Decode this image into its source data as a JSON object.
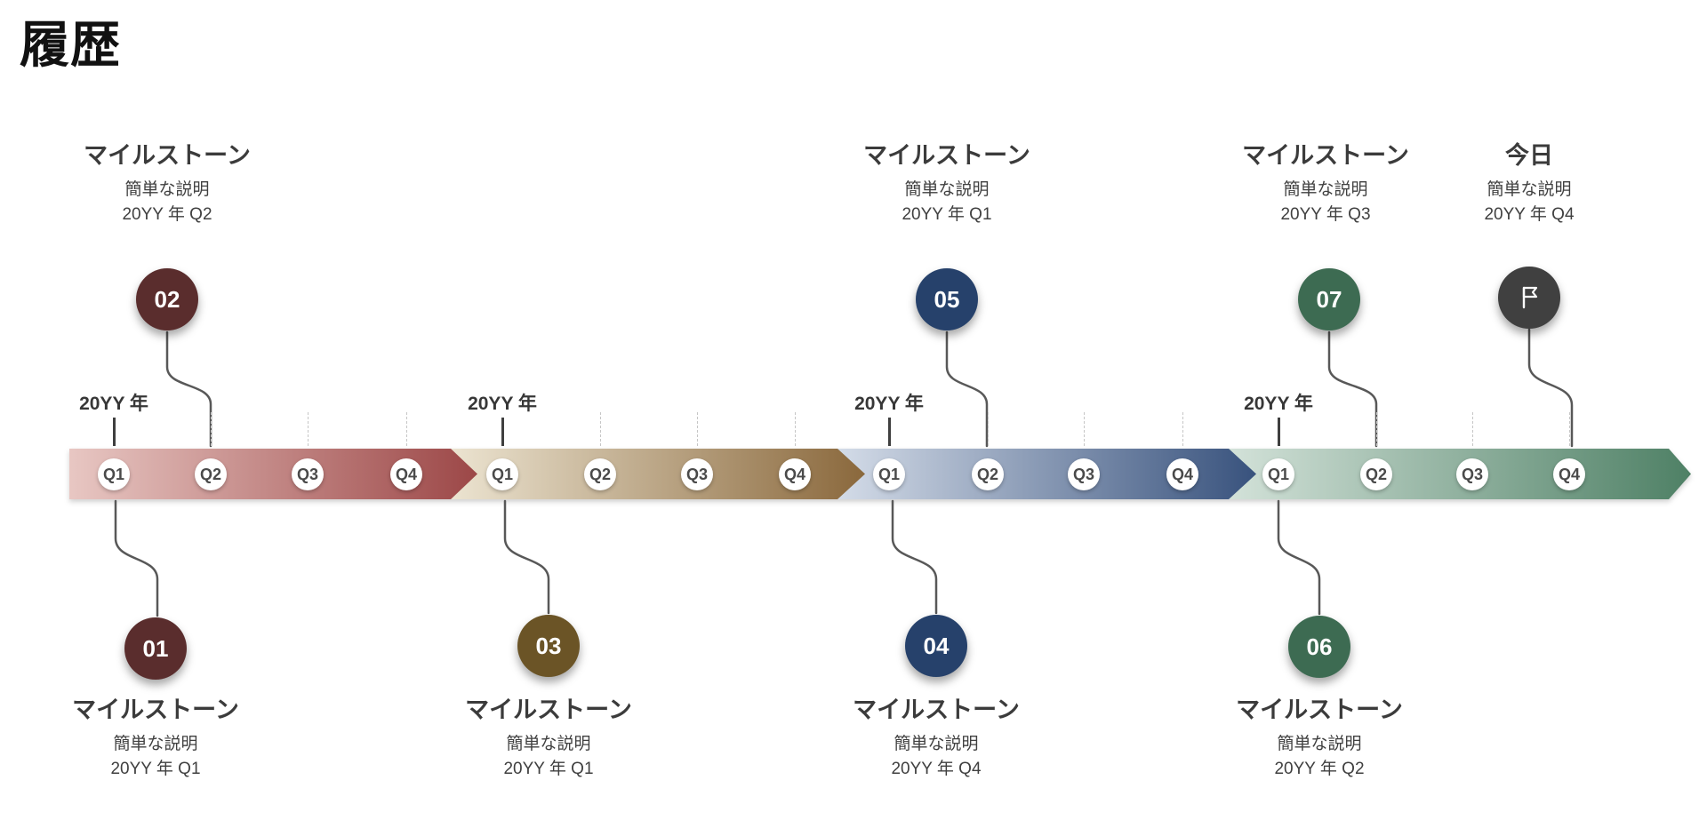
{
  "page": {
    "title": "履歴"
  },
  "timeline": {
    "segments": [
      {
        "year_label": "20YY 年",
        "quarters": [
          "Q1",
          "Q2",
          "Q3",
          "Q4"
        ],
        "color_start": "#e8c7c3",
        "color_end": "#9c4747"
      },
      {
        "year_label": "20YY 年",
        "quarters": [
          "Q1",
          "Q2",
          "Q3",
          "Q4"
        ],
        "color_start": "#ece4d1",
        "color_end": "#8a683c"
      },
      {
        "year_label": "20YY 年",
        "quarters": [
          "Q1",
          "Q2",
          "Q3",
          "Q4"
        ],
        "color_start": "#d4dce8",
        "color_end": "#38527d"
      },
      {
        "year_label": "20YY 年",
        "quarters": [
          "Q1",
          "Q2",
          "Q3",
          "Q4"
        ],
        "color_start": "#d3e2d9",
        "color_end": "#4e8065"
      }
    ]
  },
  "milestones": [
    {
      "number": "01",
      "title": "マイルストーン",
      "description": "簡単な説明",
      "date": "20YY 年 Q1",
      "color": "#5a2d2d",
      "position": "below"
    },
    {
      "number": "02",
      "title": "マイルストーン",
      "description": "簡単な説明",
      "date": "20YY 年 Q2",
      "color": "#5a2d2d",
      "position": "above"
    },
    {
      "number": "03",
      "title": "マイルストーン",
      "description": "簡単な説明",
      "date": "20YY 年 Q1",
      "color": "#6b5426",
      "position": "below"
    },
    {
      "number": "04",
      "title": "マイルストーン",
      "description": "簡単な説明",
      "date": "20YY 年 Q4",
      "color": "#26416b",
      "position": "below"
    },
    {
      "number": "05",
      "title": "マイルストーン",
      "description": "簡単な説明",
      "date": "20YY 年 Q1",
      "color": "#26416b",
      "position": "above"
    },
    {
      "number": "06",
      "title": "マイルストーン",
      "description": "簡単な説明",
      "date": "20YY 年 Q2",
      "color": "#3d6b52",
      "position": "below"
    },
    {
      "number": "07",
      "title": "マイルストーン",
      "description": "簡単な説明",
      "date": "20YY 年 Q3",
      "color": "#3d6b52",
      "position": "above"
    },
    {
      "number": "",
      "title": "今日",
      "description": "簡単な説明",
      "date": "20YY 年 Q4",
      "icon": "flag-icon",
      "color": "#404040",
      "position": "above"
    }
  ]
}
